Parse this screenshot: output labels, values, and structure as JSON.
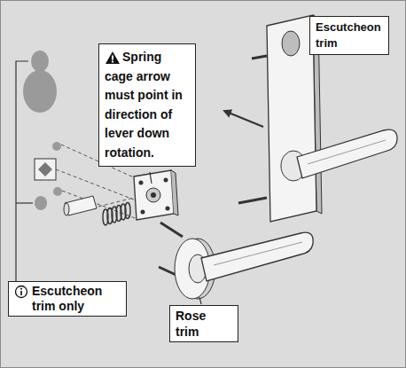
{
  "diagram": {
    "nodes": [
      {
        "text": [
          "Escutcheon trim"
        ]
      },
      {
        "text": [
          "Spring cage arrow must point in direction of lever down rotation."
        ]
      },
      {
        "text": [
          "Escutcheon trim only"
        ]
      },
      {
        "text": [
          "Rose trim"
        ]
      }
    ]
  }
}
